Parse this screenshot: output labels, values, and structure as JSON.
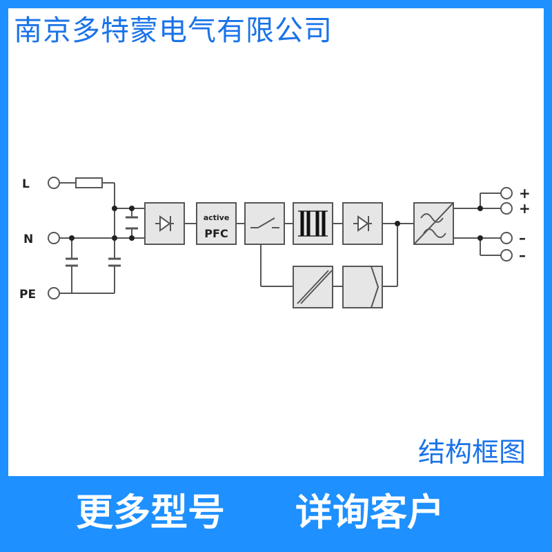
{
  "header": {
    "company_name": "南京多特蒙电气有限公司"
  },
  "diagram": {
    "terminals_left": [
      "L",
      "N",
      "PE"
    ],
    "pfc_block": {
      "line1": "active",
      "line2": "PFC"
    },
    "outputs": [
      "+",
      "+",
      "–",
      "–"
    ],
    "caption": "结构框图"
  },
  "footer": {
    "left_text": "更多型号",
    "right_text": "详询客户"
  },
  "colors": {
    "brand_blue": "#1e90ff",
    "text_blue": "#1a73e8",
    "line": "#555555",
    "block_fill": "#e6e6e6"
  }
}
